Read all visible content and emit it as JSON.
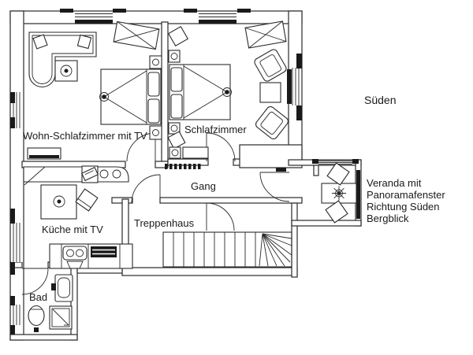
{
  "floor_plan": {
    "rooms": {
      "living_bedroom": "Wohn-Schlafzimmer mit TV",
      "bedroom": "Schlafzimmer",
      "hallway": "Gang",
      "kitchen": "Küche mit TV",
      "staircase": "Treppenhaus",
      "bathroom": "Bad"
    },
    "annotations": {
      "direction_south": "Süden",
      "veranda_line1": "Veranda mit",
      "veranda_line2": "Panoramafenster",
      "veranda_line3": "Richtung Süden",
      "veranda_line4": "Bergblick"
    },
    "colors": {
      "line": "#2a2a2a",
      "text": "#1a1a1a",
      "background": "#ffffff",
      "window_accent": "#1a1a1a"
    }
  }
}
